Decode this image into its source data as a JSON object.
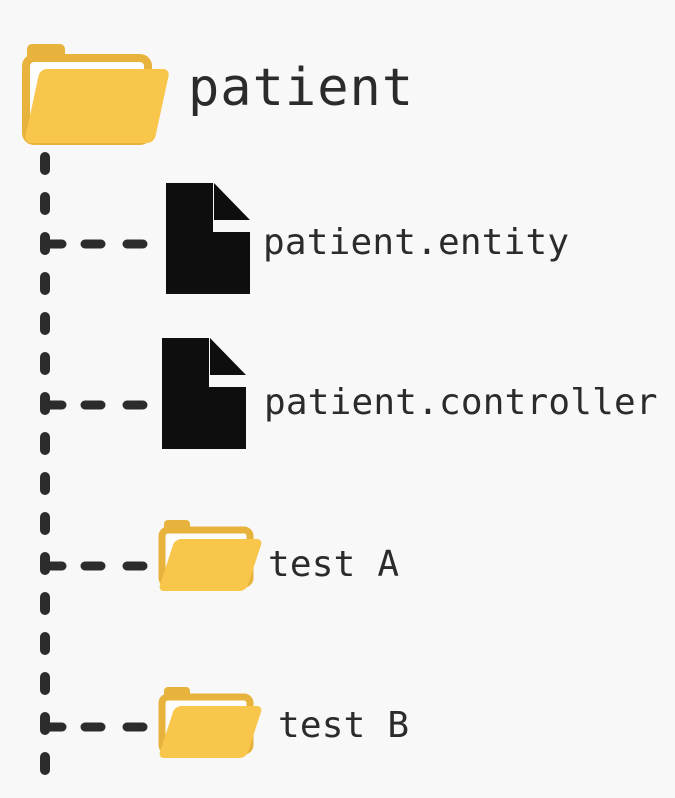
{
  "diagram": {
    "root": {
      "label": "patient",
      "type": "folder"
    },
    "children": [
      {
        "label": "patient.entity",
        "type": "file"
      },
      {
        "label": "patient.controller",
        "type": "file"
      },
      {
        "label": "test A",
        "type": "folder"
      },
      {
        "label": "test B",
        "type": "folder"
      }
    ],
    "icons": {
      "root": "folder-open-icon",
      "file": "file-icon",
      "subfolder": "folder-open-icon",
      "connector": "dashed-tree-lines"
    },
    "colors": {
      "background": "#f8f8f8",
      "folder_front": "#f8c64b",
      "folder_back": "#e8b33c",
      "folder_paper": "#fdfdfd",
      "file_icon": "#0e0e0e",
      "text": "#2b2b2b",
      "connector": "#2c2c2c"
    }
  }
}
